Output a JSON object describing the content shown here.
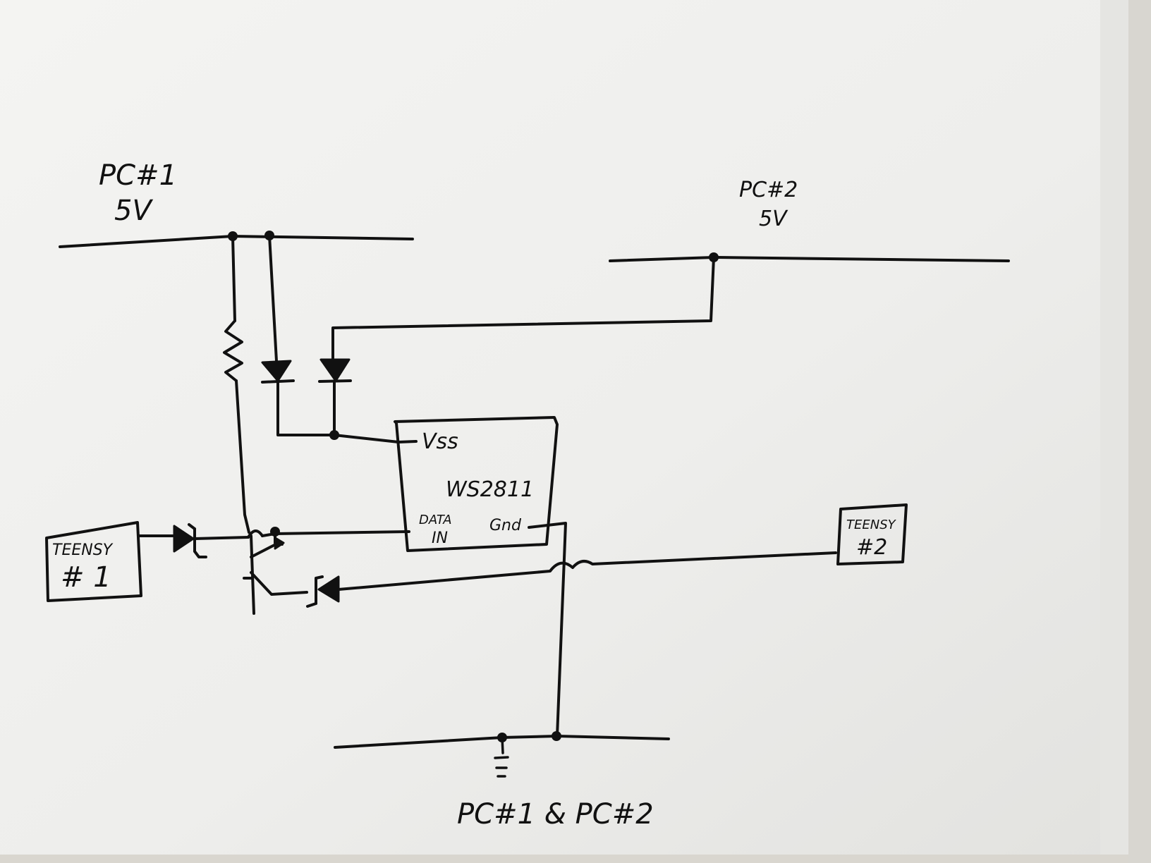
{
  "labels": {
    "pc1_5v_line1": "PC#1",
    "pc1_5v_line2": "5V",
    "pc2_5v_line1": "PC#2",
    "pc2_5v_line2": "5V",
    "chip_name": "WS2811",
    "chip_vss": "Vss",
    "chip_data_in_line1": "DATA",
    "chip_data_in_line2": "IN",
    "chip_gnd": "Gnd",
    "teensy1_line1": "TEENSY",
    "teensy1_line2": "# 1",
    "teensy2_line1": "TEENSY",
    "teensy2_line2": "#2",
    "ground_label": "PC#1 & PC#2"
  },
  "colors": {
    "paper": "#f1f1ef",
    "ink": "#111111",
    "table": "#d9d6cf"
  },
  "icons": {
    "resistor": "resistor-zigzag-icon",
    "diode": "diode-icon",
    "zener": "zener-diode-icon",
    "transistor": "npn-transistor-icon",
    "ground": "ground-icon"
  }
}
